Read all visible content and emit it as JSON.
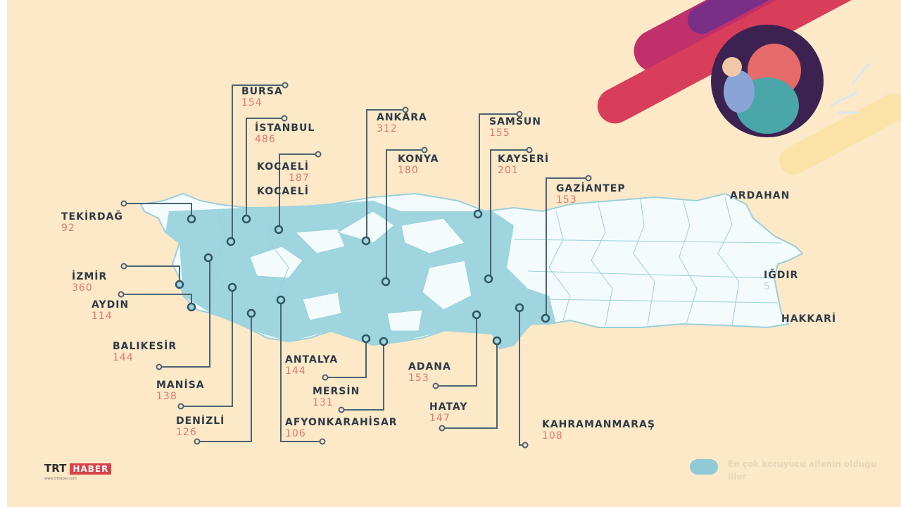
{
  "provinces": [
    {
      "name": "BURSA",
      "value": "154"
    },
    {
      "name": "İSTANBUL",
      "value": "486"
    },
    {
      "name": "KOCAELİ",
      "value": "187"
    },
    {
      "name": "ANKARA",
      "value": "312"
    },
    {
      "name": "KONYA",
      "value": "180"
    },
    {
      "name": "SAMSUN",
      "value": "155"
    },
    {
      "name": "KAYSERİ",
      "value": "201"
    },
    {
      "name": "GAZİANTEP",
      "value": "153"
    },
    {
      "name": "TEKİRDAĞ",
      "value": "92"
    },
    {
      "name": "İZMİR",
      "value": "360"
    },
    {
      "name": "AYDIN",
      "value": "114"
    },
    {
      "name": "BALIKESİR",
      "value": "144"
    },
    {
      "name": "MANİSA",
      "value": "138"
    },
    {
      "name": "DENİZLİ",
      "value": "126"
    },
    {
      "name": "AFYONKARAHİSAR",
      "value": "106"
    },
    {
      "name": "ANTALYA",
      "value": "144"
    },
    {
      "name": "MERSİN",
      "value": "131"
    },
    {
      "name": "ADANA",
      "value": "153"
    },
    {
      "name": "HATAY",
      "value": "147"
    },
    {
      "name": "KAHRAMANMARAŞ",
      "value": "108"
    }
  ],
  "other_labels": {
    "ardahan": "ARDAHAN",
    "igdir": "IĞDIR",
    "igdir_value": "5",
    "hakkari": "HAKKARİ",
    "kocaeli_ghost": "KOCAELİ"
  },
  "legend": {
    "text": "En çok koruyucu ailenin olduğu iller",
    "color": "#8fcad6"
  },
  "logo": {
    "trt": "TRT",
    "haber": "HABER",
    "sub": "www.trthaber.com"
  },
  "colors": {
    "background": "#fde8c8",
    "highlight": "#9fd5df",
    "label": "#2c3b45",
    "value": "#e07a6b",
    "leader_line": "#4a6470"
  }
}
